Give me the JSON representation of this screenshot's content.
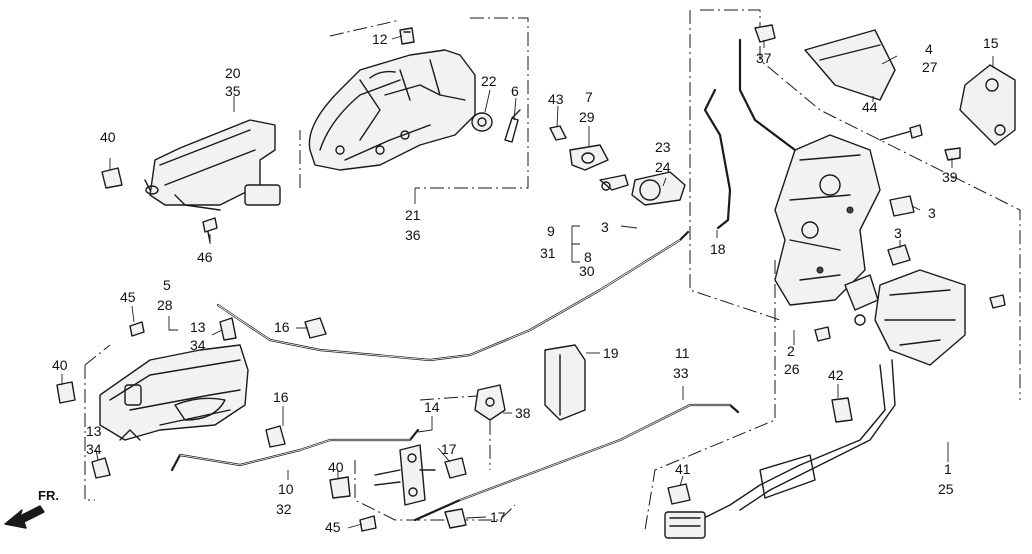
{
  "callouts": [
    {
      "id": "c12",
      "text": "12"
    },
    {
      "id": "c20",
      "text": "20"
    },
    {
      "id": "c35",
      "text": "35"
    },
    {
      "id": "c22",
      "text": "22"
    },
    {
      "id": "c6",
      "text": "6"
    },
    {
      "id": "c43",
      "text": "43"
    },
    {
      "id": "c7",
      "text": "7"
    },
    {
      "id": "c29",
      "text": "29"
    },
    {
      "id": "c37",
      "text": "37"
    },
    {
      "id": "c4",
      "text": "4"
    },
    {
      "id": "c27",
      "text": "27"
    },
    {
      "id": "c15",
      "text": "15"
    },
    {
      "id": "c44",
      "text": "44"
    },
    {
      "id": "c40a",
      "text": "40"
    },
    {
      "id": "c23",
      "text": "23"
    },
    {
      "id": "c24",
      "text": "24"
    },
    {
      "id": "c39",
      "text": "39"
    },
    {
      "id": "c21",
      "text": "21"
    },
    {
      "id": "c36",
      "text": "36"
    },
    {
      "id": "c3a",
      "text": "3"
    },
    {
      "id": "c3b",
      "text": "3"
    },
    {
      "id": "c3c",
      "text": "3"
    },
    {
      "id": "c9",
      "text": "9"
    },
    {
      "id": "c31",
      "text": "31"
    },
    {
      "id": "c8",
      "text": "8"
    },
    {
      "id": "c30",
      "text": "30"
    },
    {
      "id": "c18",
      "text": "18"
    },
    {
      "id": "c46",
      "text": "46"
    },
    {
      "id": "c5",
      "text": "5"
    },
    {
      "id": "c28",
      "text": "28"
    },
    {
      "id": "c45a",
      "text": "45"
    },
    {
      "id": "c13a",
      "text": "13"
    },
    {
      "id": "c34a",
      "text": "34"
    },
    {
      "id": "c16a",
      "text": "16"
    },
    {
      "id": "c2",
      "text": "2"
    },
    {
      "id": "c26",
      "text": "26"
    },
    {
      "id": "c19",
      "text": "19"
    },
    {
      "id": "c11",
      "text": "11"
    },
    {
      "id": "c33",
      "text": "33"
    },
    {
      "id": "c40b",
      "text": "40"
    },
    {
      "id": "c42",
      "text": "42"
    },
    {
      "id": "c16b",
      "text": "16"
    },
    {
      "id": "c38",
      "text": "38"
    },
    {
      "id": "c14",
      "text": "14"
    },
    {
      "id": "c13b",
      "text": "13"
    },
    {
      "id": "c34b",
      "text": "34"
    },
    {
      "id": "c17a",
      "text": "17"
    },
    {
      "id": "c40c",
      "text": "40"
    },
    {
      "id": "c10",
      "text": "10"
    },
    {
      "id": "c32",
      "text": "32"
    },
    {
      "id": "c41",
      "text": "41"
    },
    {
      "id": "c1",
      "text": "1"
    },
    {
      "id": "c25",
      "text": "25"
    },
    {
      "id": "c17b",
      "text": "17"
    },
    {
      "id": "c45b",
      "text": "45"
    }
  ],
  "direction_label": "FR."
}
